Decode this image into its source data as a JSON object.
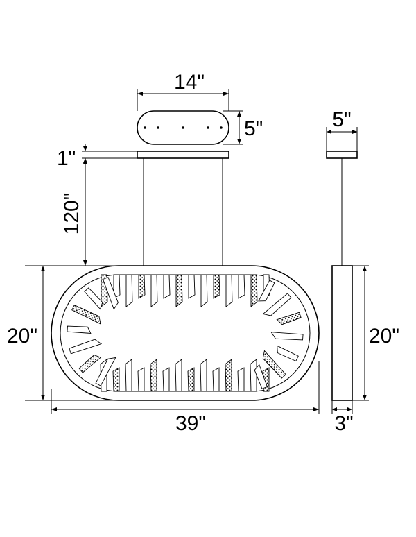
{
  "dimensions": {
    "canopy_width": "14\"",
    "canopy_depth": "5\"",
    "side_canopy_depth": "5\"",
    "canopy_height": "1\"",
    "suspension_length": "120\"",
    "fixture_height_front": "20\"",
    "fixture_height_side": "20\"",
    "fixture_length": "39\"",
    "fixture_depth": "3\""
  },
  "colors": {
    "line": "#000000",
    "background": "#ffffff"
  }
}
